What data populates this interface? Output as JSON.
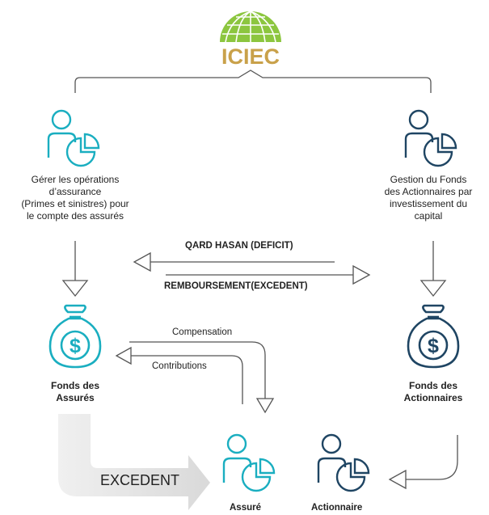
{
  "logo": {
    "text": "ICIEC",
    "icon": "globe-logo"
  },
  "left": {
    "description": [
      "Gérer les opérations",
      "d’assurance",
      "(Primes et sinistres) pour",
      "le compte des assurés"
    ],
    "fund_label": [
      "Fonds des",
      "Assurés"
    ]
  },
  "right": {
    "description": [
      "Gestion du Fonds",
      "des Actionnaires par",
      "investissement du",
      "capital"
    ],
    "fund_label": [
      "Fonds des",
      "Actionnaires"
    ]
  },
  "flows": {
    "qard_hasan": "QARD HASAN (DEFICIT)",
    "remboursement": "REMBOURSEMENT(EXCEDENT)",
    "compensation": "Compensation",
    "contributions": "Contributions",
    "excedent": "EXCEDENT"
  },
  "bottom": {
    "assure": "Assuré",
    "actionnaire": "Actionnaire"
  },
  "colors": {
    "teal": "#1aaec0",
    "navy": "#1f4563",
    "green": "#8cc63f",
    "gold": "#c9a14a",
    "gray": "#555555"
  }
}
